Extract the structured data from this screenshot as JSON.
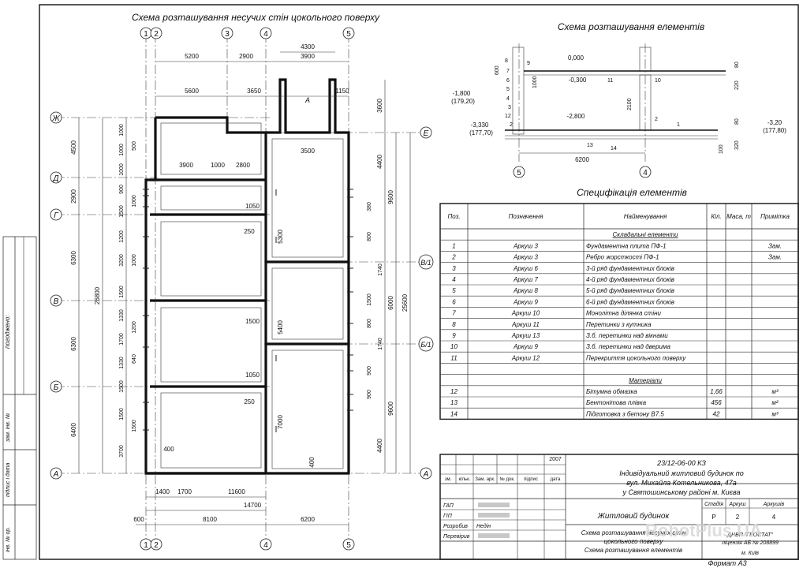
{
  "plan": {
    "title": "Схема розташування несучих стін цокольного поверху",
    "axes_top": [
      "1",
      "2",
      "3",
      "4",
      "5"
    ],
    "axes_bottom": [
      "1",
      "2",
      "4",
      "5"
    ],
    "axes_left": [
      "Ж",
      "Д",
      "Г",
      "В",
      "Б",
      "А"
    ],
    "axes_right": [
      "Е",
      "В/1",
      "Б/1",
      "А"
    ],
    "dims_top_row1": [
      "5200",
      "2900",
      "3900"
    ],
    "dims_top_row0": [
      "4300"
    ],
    "dims_top_row2": [
      "5600",
      "3650",
      "1150"
    ],
    "dims_bottom_row1": [
      "1400",
      "1700",
      "11600"
    ],
    "dims_bottom_total": "14700",
    "dims_bottom_row3": [
      "600",
      "8100",
      "6200"
    ],
    "dims_left_outer": [
      "4500",
      "2900",
      "6300",
      "6300",
      "6400"
    ],
    "dims_left_total": "26800",
    "dims_left_inner": [
      "1000",
      "1000",
      "500",
      "1000",
      "900",
      "1000",
      "900",
      "1500",
      "1200",
      "3200",
      "1000",
      "1500",
      "1200",
      "1330",
      "1700",
      "1330",
      "1500",
      "1200",
      "1500",
      "1700",
      "640",
      "1500",
      "3700"
    ],
    "dims_right_outer": [
      "9600",
      "6000",
      "9600"
    ],
    "dims_right_total": "25600",
    "dims_right_inner": [
      "3600",
      "4400",
      "5300",
      "5400",
      "7000",
      "4400",
      "380",
      "1740",
      "1740",
      "800",
      "800",
      "1500",
      "900",
      "900"
    ],
    "interior_labels": [
      "3900",
      "1000",
      "2800",
      "3500",
      "1050",
      "250",
      "1500",
      "1050",
      "250",
      "400",
      "400",
      "A"
    ]
  },
  "section": {
    "title": "Схема розташування елементів",
    "levels": [
      "0,000",
      "-0,300",
      "-1,800",
      "(179,20)",
      "-2,800",
      "-3,330",
      "(177,70)",
      "-3,20",
      "(177,80)"
    ],
    "labels": [
      "8",
      "7",
      "6",
      "5",
      "4",
      "3",
      "12",
      "2",
      "9",
      "11",
      "10",
      "1",
      "13",
      "14",
      "2"
    ],
    "dims": [
      "600",
      "1000",
      "2100",
      "80",
      "220",
      "80",
      "320",
      "100",
      "6200"
    ],
    "axes": [
      "5",
      "4"
    ]
  },
  "spec": {
    "title": "Специфікація елементів",
    "headers": [
      "Поз.",
      "Позначення",
      "Найменування",
      "Кіл.",
      "Маса, т",
      "Примітка"
    ],
    "group1": "Складальні елементи",
    "rows1": [
      {
        "pos": "1",
        "des": "Аркуш 3",
        "name": "Фундаментна плита ПФ-1",
        "qty": "",
        "mass": "",
        "note": "Зам."
      },
      {
        "pos": "2",
        "des": "Аркуш 3",
        "name": "Ребро жорсткості ПФ-1",
        "qty": "",
        "mass": "",
        "note": "Зам."
      },
      {
        "pos": "3",
        "des": "Аркуш 6",
        "name": "3-й ряд фундаментних блоків",
        "qty": "",
        "mass": "",
        "note": ""
      },
      {
        "pos": "4",
        "des": "Аркуш 7",
        "name": "4-й ряд фундаментних блоків",
        "qty": "",
        "mass": "",
        "note": ""
      },
      {
        "pos": "5",
        "des": "Аркуш 8",
        "name": "5-й ряд фундаментних блоків",
        "qty": "",
        "mass": "",
        "note": ""
      },
      {
        "pos": "6",
        "des": "Аркуш 9",
        "name": "6-й ряд фундаментних блоків",
        "qty": "",
        "mass": "",
        "note": ""
      },
      {
        "pos": "7",
        "des": "Аркуш 10",
        "name": "Монолітна ділянка стіни",
        "qty": "",
        "mass": "",
        "note": ""
      },
      {
        "pos": "8",
        "des": "Аркуш 11",
        "name": "Перетинки з кутника",
        "qty": "",
        "mass": "",
        "note": ""
      },
      {
        "pos": "9",
        "des": "Аркуш 13",
        "name": "З.б. перетинки над вікнами",
        "qty": "",
        "mass": "",
        "note": ""
      },
      {
        "pos": "10",
        "des": "Аркуш 9",
        "name": "З.б. перетинки над дверима",
        "qty": "",
        "mass": "",
        "note": ""
      },
      {
        "pos": "11",
        "des": "Аркуш 12",
        "name": "Перекриття цокольного поверху",
        "qty": "",
        "mass": "",
        "note": ""
      }
    ],
    "group2": "Матеріали",
    "rows2": [
      {
        "pos": "12",
        "des": "",
        "name": "Бітумна обмазка",
        "qty": "1,66",
        "mass": "",
        "note": "м³"
      },
      {
        "pos": "13",
        "des": "",
        "name": "Бентонітова плівка",
        "qty": "456",
        "mass": "",
        "note": "м²"
      },
      {
        "pos": "14",
        "des": "",
        "name": "Підготовка з бетону В7.5",
        "qty": "42",
        "mass": "",
        "note": "м³"
      }
    ]
  },
  "titleblock": {
    "year": "2007",
    "code": "23/12-06-00 КЗ",
    "project": [
      "Індивідуальний житловий будинок по",
      "вул. Михайла Котельникова, 47а",
      "у Святошинському районі м. Києва"
    ],
    "object": "Житловий будинок",
    "drawing": [
      "Схема розташування несучих стін",
      "цокольного поверху",
      "Схема розташування елементів"
    ],
    "org": [
      "ДНВП \"ГЕОСТАТ\"",
      "ліцензія АБ № 208899",
      "м. Київ"
    ],
    "col_labels": [
      "зм.",
      "кільк.",
      "Зам. арк.",
      "№ док.",
      "підпис",
      "дата"
    ],
    "roles": [
      "ГАП",
      "ГІП",
      "Розробив",
      "Перевірив"
    ],
    "names": [
      "",
      "",
      "Недін",
      ""
    ],
    "stage_labels": [
      "Стадія",
      "Аркуш",
      "Аркушів"
    ],
    "stage_values": [
      "Р",
      "2",
      "4"
    ],
    "format": "Формат А3"
  },
  "leftstrip": {
    "agreed": "погоджено:",
    "labels": [
      "зам. інв. №",
      "підпис і дата",
      "інв. № ор."
    ]
  },
  "watermark": "RobotPlus.UA"
}
